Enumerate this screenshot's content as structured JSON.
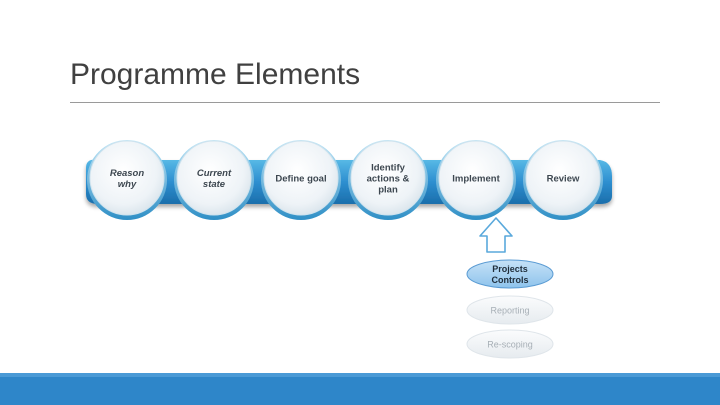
{
  "slide": {
    "title": "Programme Elements"
  },
  "process_steps": [
    {
      "label_lines": [
        "Reason",
        "why"
      ],
      "italic": true
    },
    {
      "label_lines": [
        "Current",
        "state"
      ],
      "italic": true
    },
    {
      "label_lines": [
        "Define goal"
      ],
      "italic": false
    },
    {
      "label_lines": [
        "Identify",
        "actions &",
        "plan"
      ],
      "italic": false
    },
    {
      "label_lines": [
        "Implement"
      ],
      "italic": false
    },
    {
      "label_lines": [
        "Review"
      ],
      "italic": false
    }
  ],
  "sub_elements": [
    {
      "label_lines": [
        "Projects",
        "Controls"
      ],
      "highlighted": true
    },
    {
      "label_lines": [
        "Reporting"
      ],
      "highlighted": false
    },
    {
      "label_lines": [
        "Re-scoping"
      ],
      "highlighted": false
    }
  ],
  "colors": {
    "band": "#2e86c9",
    "band_shadow": "#1d6fae",
    "circle_fill": "#eef3f7",
    "circle_ring": "#5bb4dd",
    "highlight_fill": "#a9d1f1",
    "highlight_stroke": "#5a9bd3",
    "faded_fill": "#f3f5f7",
    "faded_text": "#a7afb6",
    "arrow_stroke": "#5aa9dc"
  }
}
